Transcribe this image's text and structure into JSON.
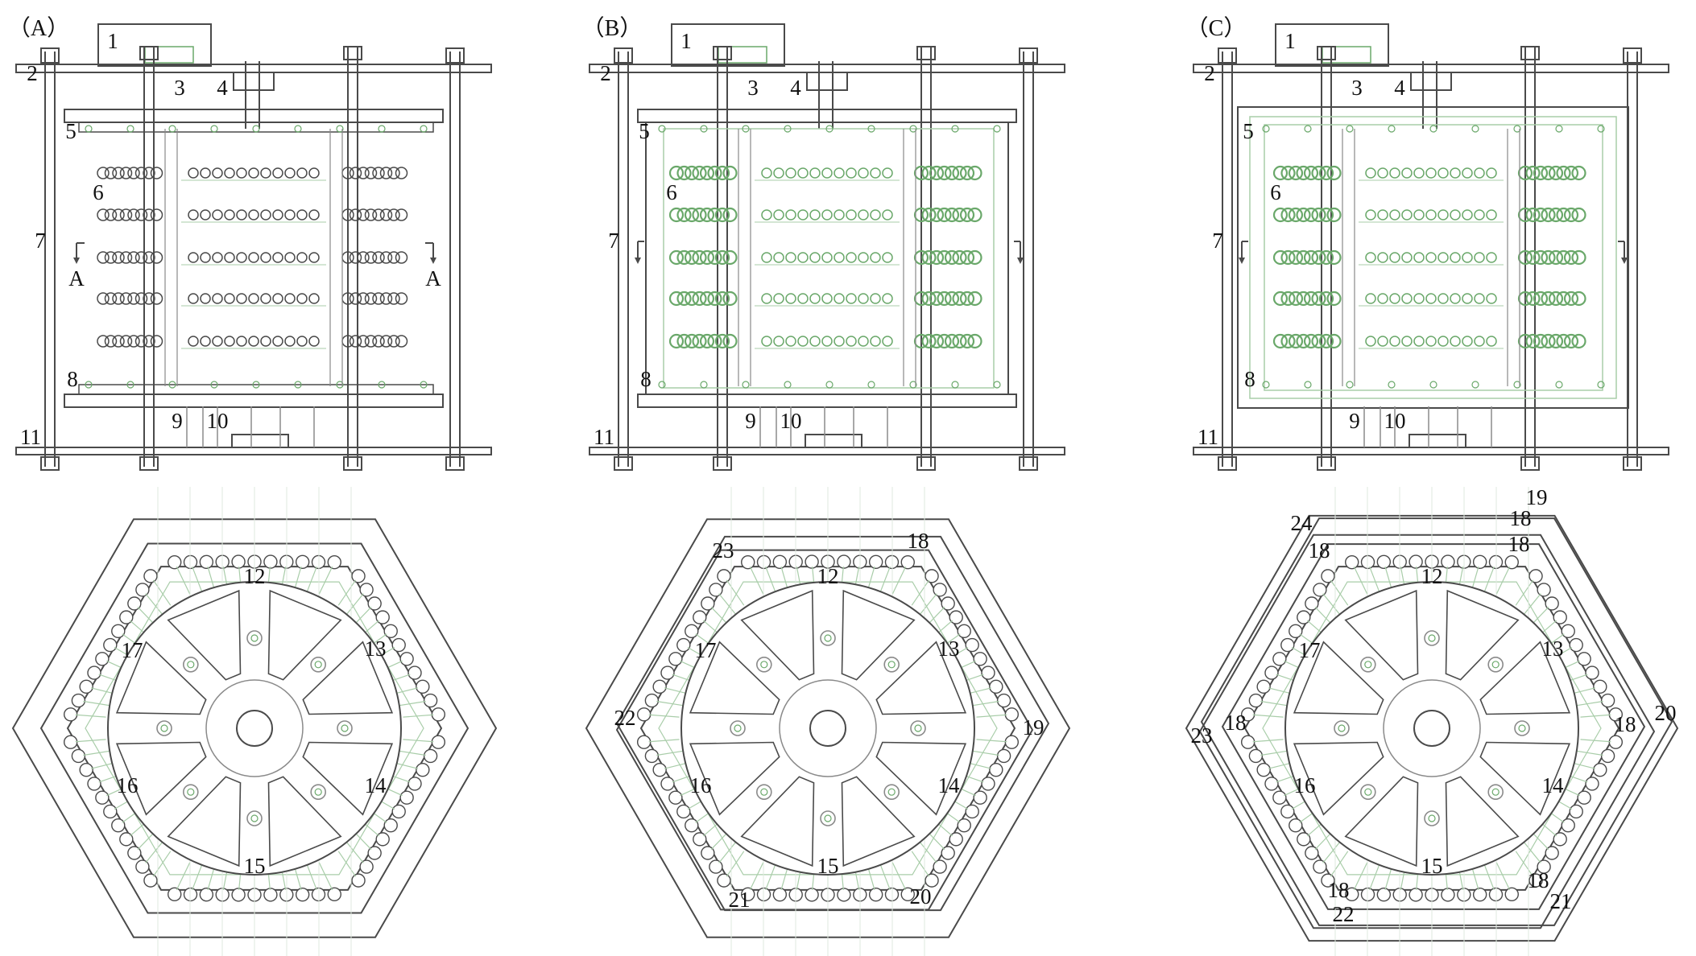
{
  "panels": [
    {
      "id": "A",
      "panel_label": "（A）",
      "variant": "A",
      "section_mark": "A",
      "side_labels": [
        "1",
        "2",
        "3",
        "4",
        "5",
        "6",
        "7",
        "8",
        "9",
        "10",
        "11"
      ],
      "top_labels": [
        "12",
        "13",
        "14",
        "15",
        "16",
        "17"
      ]
    },
    {
      "id": "B",
      "panel_label": "（B）",
      "variant": "B",
      "section_mark": "",
      "side_labels": [
        "1",
        "2",
        "3",
        "4",
        "5",
        "6",
        "7",
        "8",
        "9",
        "10",
        "11"
      ],
      "top_labels": [
        "12",
        "13",
        "14",
        "15",
        "16",
        "17",
        "18",
        "19",
        "20",
        "21",
        "22",
        "23"
      ]
    },
    {
      "id": "C",
      "panel_label": "（C）",
      "variant": "C",
      "section_mark": "",
      "side_labels": [
        "1",
        "2",
        "3",
        "4",
        "5",
        "6",
        "7",
        "8",
        "9",
        "10",
        "11"
      ],
      "top_labels": [
        "12",
        "13",
        "14",
        "15",
        "16",
        "17",
        "18",
        "18",
        "18",
        "18",
        "18",
        "18",
        "18",
        "19",
        "20",
        "21",
        "22",
        "23",
        "24"
      ]
    }
  ],
  "colors": {
    "line": "#4a4a4a",
    "thin": "#8a8a8a",
    "green": "#6aa86a",
    "green_light": "#a9cda9"
  }
}
